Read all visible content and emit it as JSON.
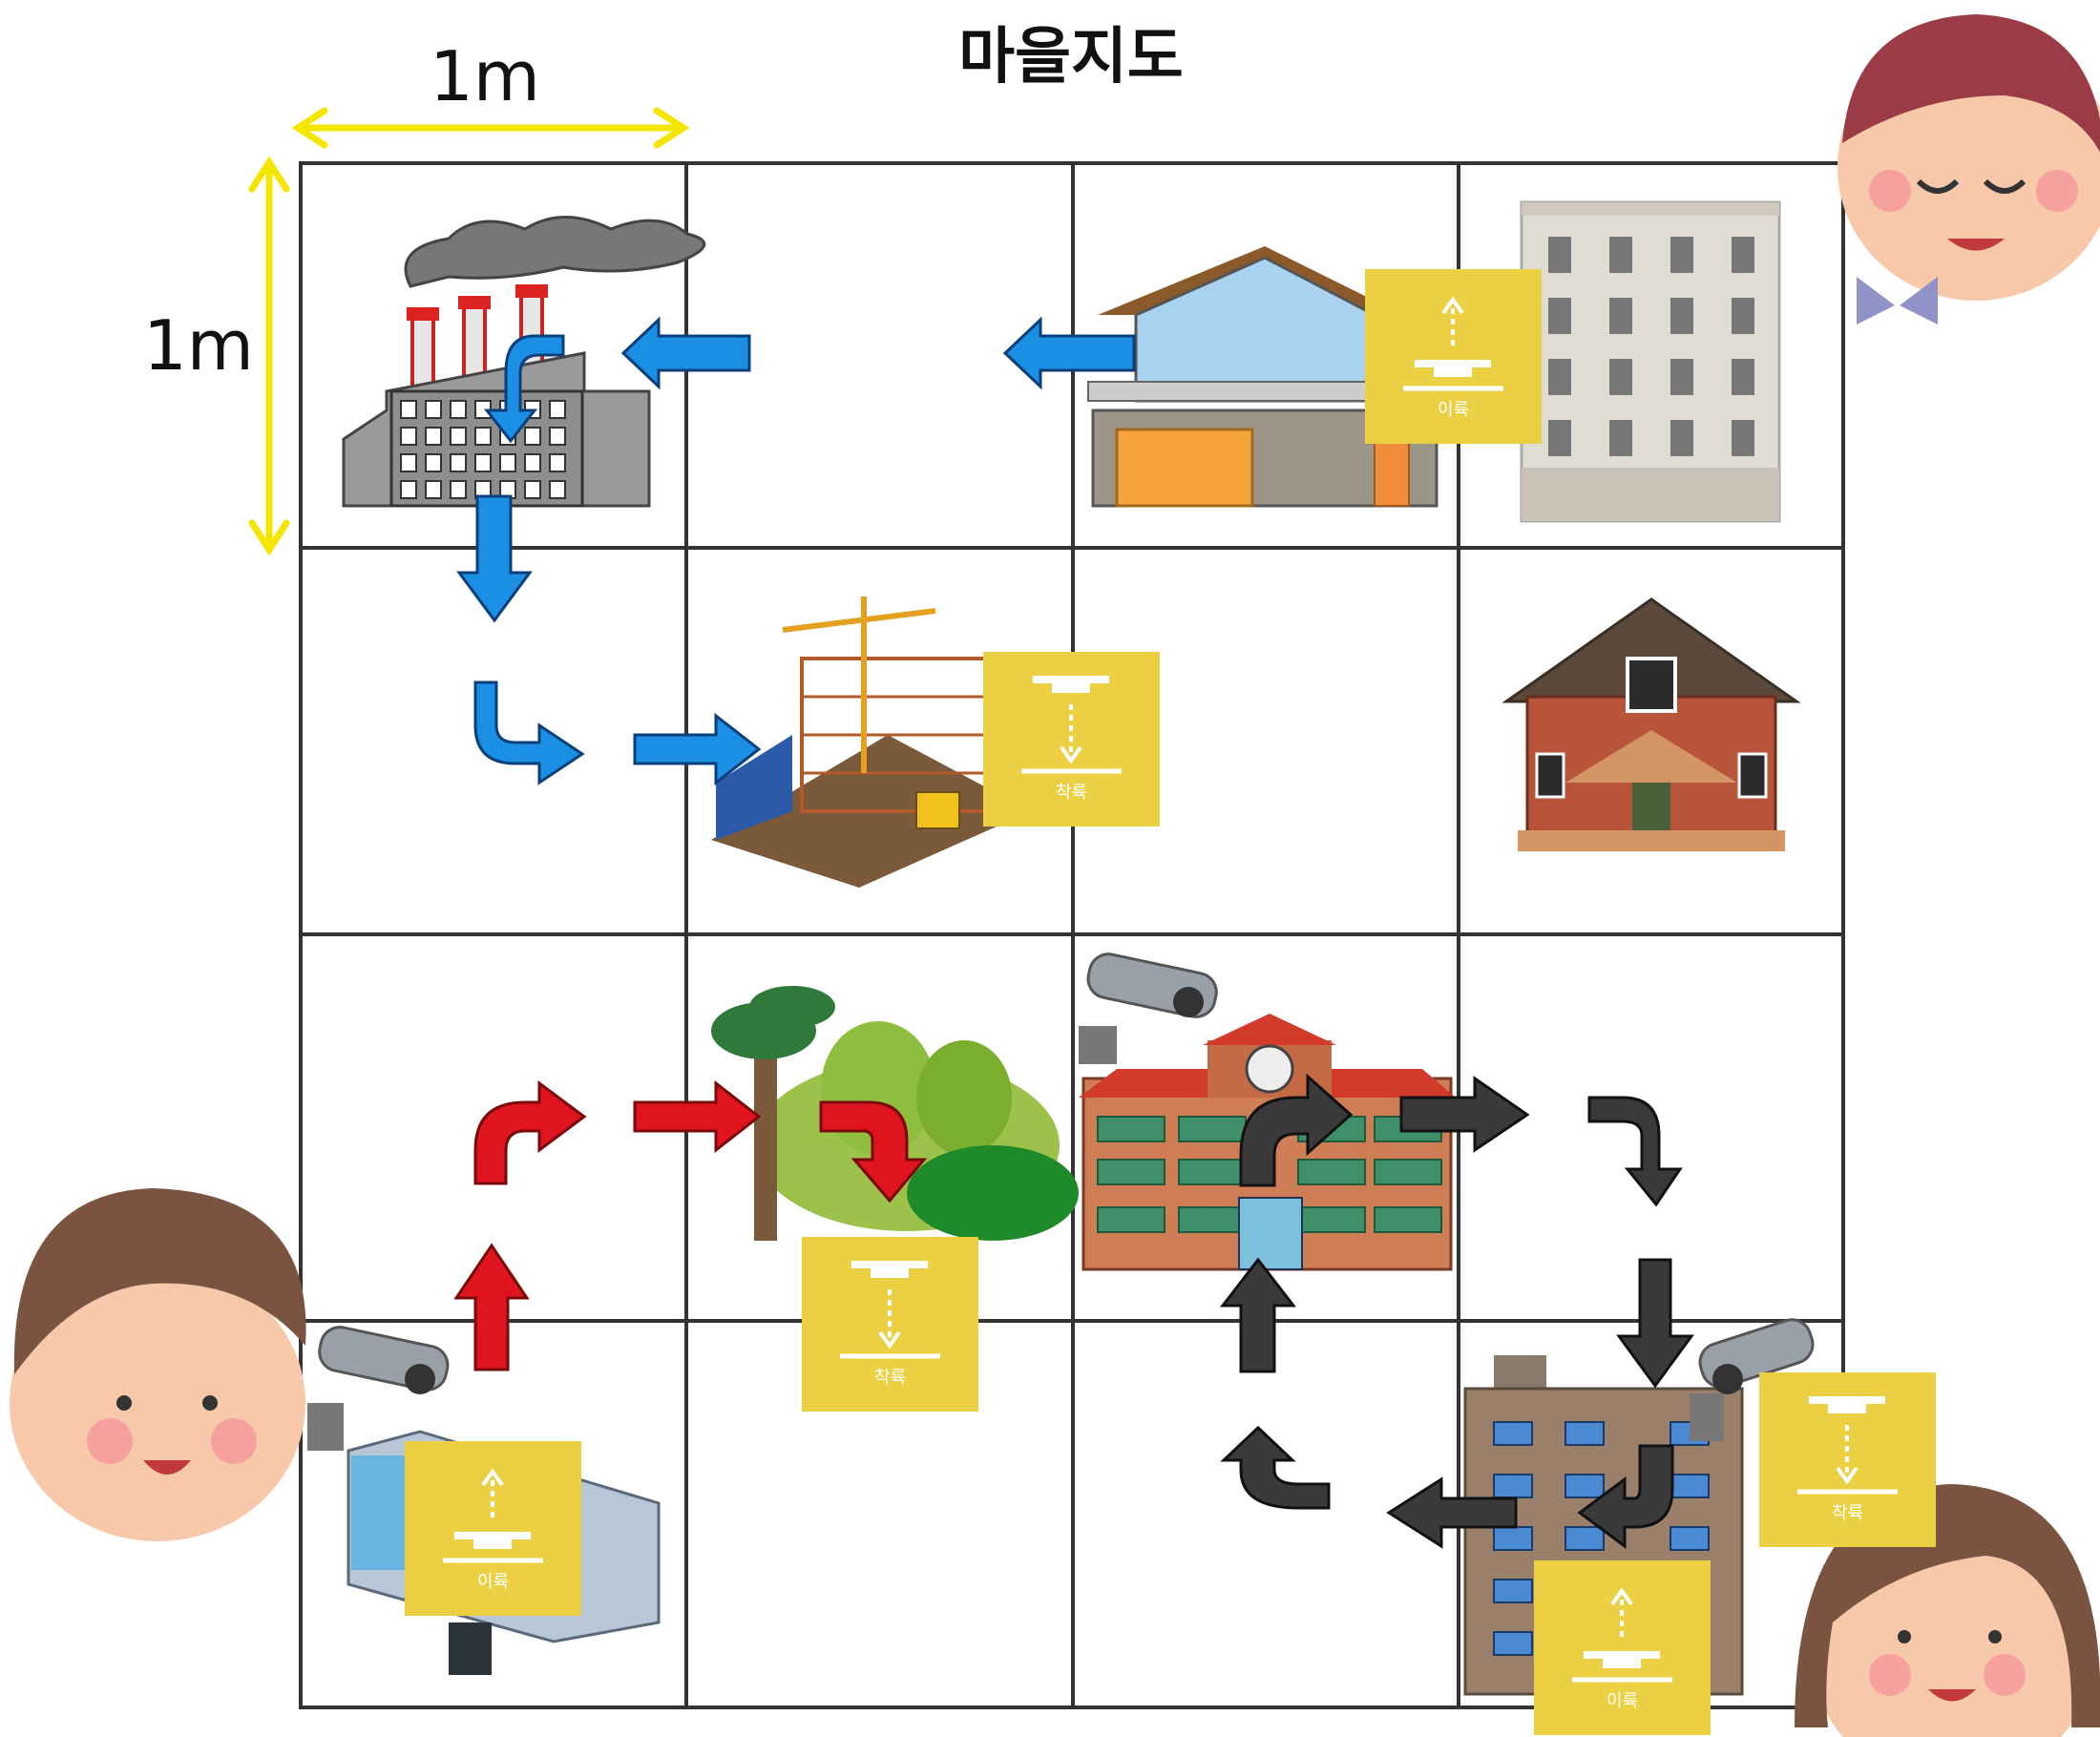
{
  "title": "마을지도",
  "scale": {
    "width_label": "1m",
    "height_label": "1m"
  },
  "grid": {
    "rows": 4,
    "cols": 4
  },
  "pads": [
    {
      "id": "house-modern",
      "type": "takeoff",
      "label": "이륙"
    },
    {
      "id": "construction",
      "type": "landing",
      "label": "착륙"
    },
    {
      "id": "park",
      "type": "landing",
      "label": "착륙"
    },
    {
      "id": "office",
      "type": "takeoff",
      "label": "이륙"
    },
    {
      "id": "apartment-right",
      "type": "landing",
      "label": "착륙"
    },
    {
      "id": "apartment-low",
      "type": "takeoff",
      "label": "이륙"
    }
  ],
  "colors": {
    "blue_route": "#1a8fe3",
    "red_route": "#e0141e",
    "black_route": "#3a3a3a",
    "pad": "#ecd043",
    "dimension": "#f5e600",
    "grid": "#333333"
  },
  "routes": [
    {
      "color": "blue",
      "from": "house-modern",
      "to": "construction"
    },
    {
      "color": "red",
      "from": "office",
      "to": "park"
    },
    {
      "color": "black",
      "from": "apartment-low",
      "to": "apartment-right"
    }
  ]
}
